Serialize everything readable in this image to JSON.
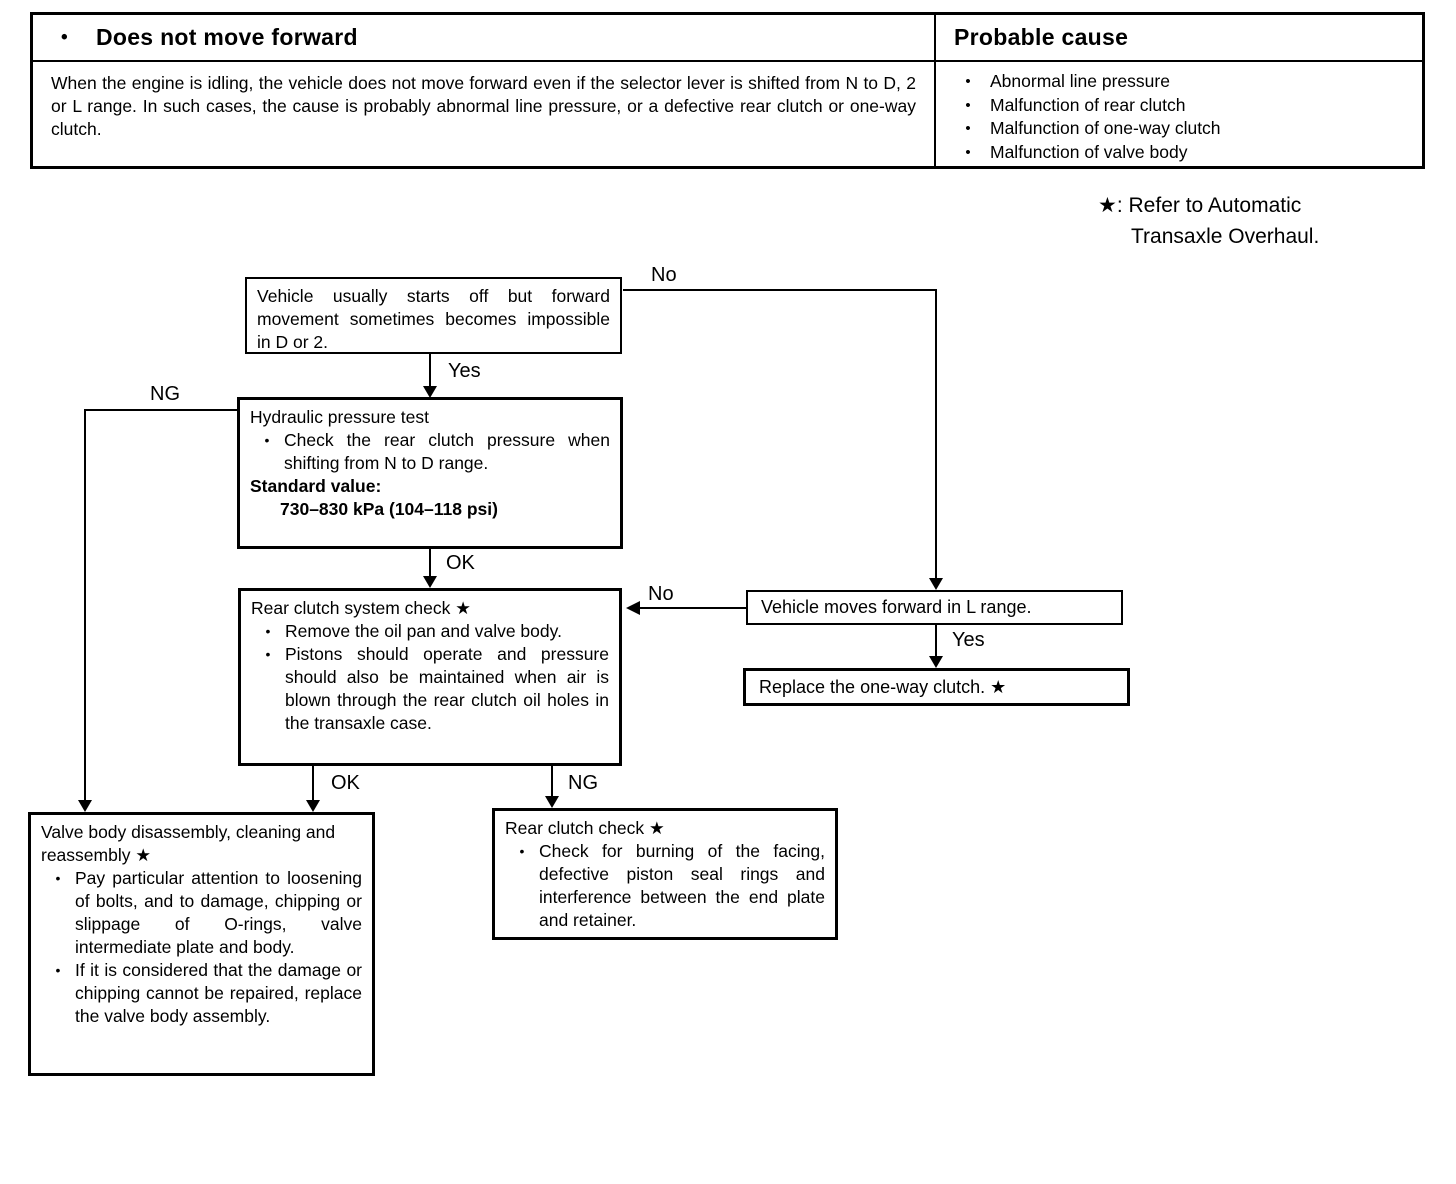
{
  "glyphs": {
    "bullet": "•"
  },
  "labels": {
    "yes": "Yes",
    "no": "No",
    "ok": "OK",
    "ng": "NG"
  },
  "table": {
    "symptom_title": "Does not move forward",
    "cause_title": "Probable cause",
    "description": "When the engine is idling, the vehicle does not move forward even if the selector lever is shifted from N to D, 2 or L range. In such cases, the cause is probably abnormal line pressure, or a defective rear clutch or one-way clutch.",
    "causes": [
      "Abnormal line pressure",
      "Malfunction of rear clutch",
      "Malfunction of one-way clutch",
      "Malfunction of valve body"
    ]
  },
  "note": {
    "marker": "★:",
    "line1": "Refer to Automatic",
    "line2": "Transaxle Overhaul."
  },
  "flow": {
    "start": {
      "text": "Vehicle usually starts off but forward movement sometimes becomes impossible in D or 2."
    },
    "hydraulic": {
      "title": "Hydraulic pressure test",
      "bullet": "Check the rear clutch pressure when shifting from N to D range.",
      "standard_label": "Standard value:",
      "standard_value": "730–830 kPa (104–118 psi)"
    },
    "rear_system": {
      "title": "Rear clutch system check ★",
      "bullets": [
        "Remove the oil pan and valve body.",
        "Pistons should operate and pressure should also be maintained when air is blown through the rear clutch oil holes in the transaxle case."
      ]
    },
    "l_range": {
      "text": "Vehicle moves forward in L range."
    },
    "replace_owc": {
      "text": "Replace the one-way clutch. ★"
    },
    "rear_check": {
      "title": "Rear clutch check ★",
      "bullets": [
        "Check for burning of the facing, defective piston seal rings and interference between the end plate and retainer."
      ]
    },
    "valve_body": {
      "title": "Valve body disassembly, cleaning and reassembly ★",
      "bullets": [
        "Pay particular attention to loosening of bolts, and to damage, chipping or slippage of O-rings, valve intermediate plate and body.",
        "If it is considered that the damage or chipping cannot be repaired, replace the valve body assembly."
      ]
    }
  }
}
